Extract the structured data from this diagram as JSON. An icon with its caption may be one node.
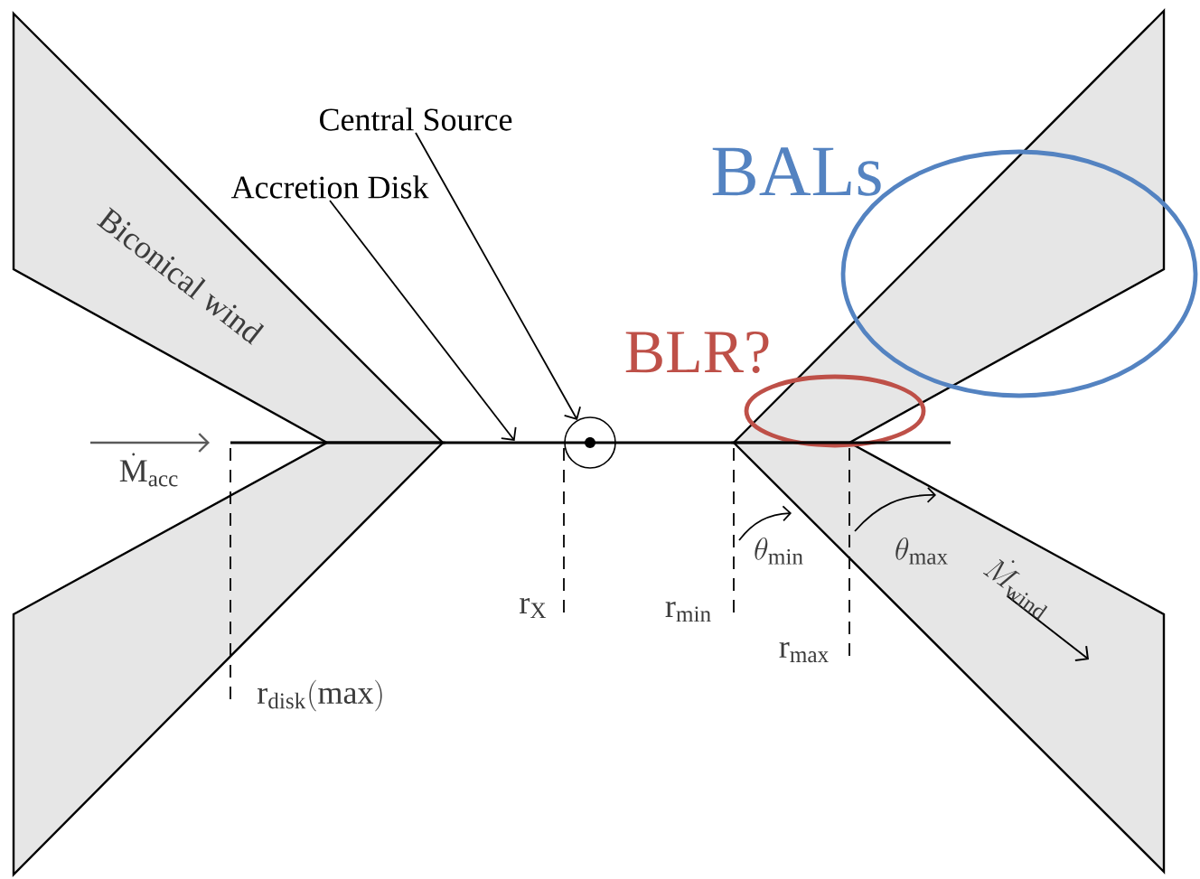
{
  "diagram": {
    "nodes": [
      {
        "text": [
          "Central Source"
        ]
      },
      {
        "text": [
          "BALs"
        ]
      },
      {
        "text": [
          "Accretion Disk"
        ]
      },
      {
        "text": [
          "BLR?"
        ]
      },
      {
        "text": [],
        "shape": "circle"
      },
      {
        "text": [],
        "shape": "bar"
      }
    ],
    "edges": [
      {
        "from": 0,
        "to": 4,
        "arrow": "to"
      },
      {
        "from": 2,
        "to": 5,
        "arrow": "to"
      }
    ],
    "labels": [
      "Biconical wind",
      "\\dot{\\mathrm{M}}_{\\mathrm{acc}}",
      "\\theta_{\\mathrm{min}}",
      "\\theta_{\\mathrm{max}}",
      "\\dot{M}_{\\mathrm{wind}}",
      "\\mathrm{r}_{\\mathrm{X}}",
      "\\mathrm{r}_{\\mathrm{min}}",
      "\\mathrm{r}_{\\mathrm{max}}",
      "\\mathrm{r}_{\\mathrm{disk}}(\\mathrm{max})"
    ]
  }
}
